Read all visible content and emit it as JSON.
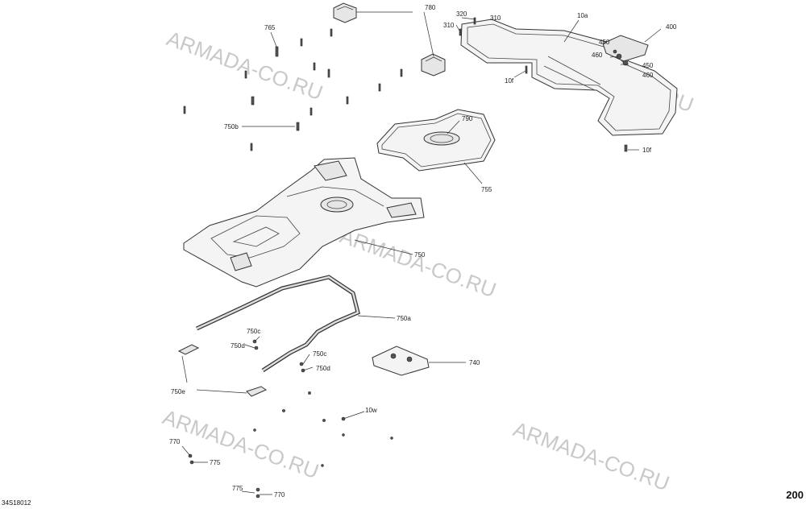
{
  "watermark": "ARMADA-CO.RU",
  "figure_code": "34S18012",
  "page_number": "200",
  "labels": {
    "l780": "780",
    "l765": "765",
    "l320": "320",
    "l310a": "310",
    "l310b": "310",
    "l10a": "10a",
    "l400": "400",
    "l450a": "450",
    "l450b": "450",
    "l460a": "460",
    "l460b": "460",
    "l10f_a": "10f",
    "l10f_b": "10f",
    "l750b": "750b",
    "l790": "790",
    "l755": "755",
    "l750": "750",
    "l750a": "750a",
    "l750c_a": "750c",
    "l750d_a": "750d",
    "l750c_b": "750c",
    "l750d_b": "750d",
    "l740": "740",
    "l750e": "750e",
    "l10w": "10w",
    "l770_a": "770",
    "l775_a": "775",
    "l775_b": "775",
    "l770_b": "770"
  }
}
